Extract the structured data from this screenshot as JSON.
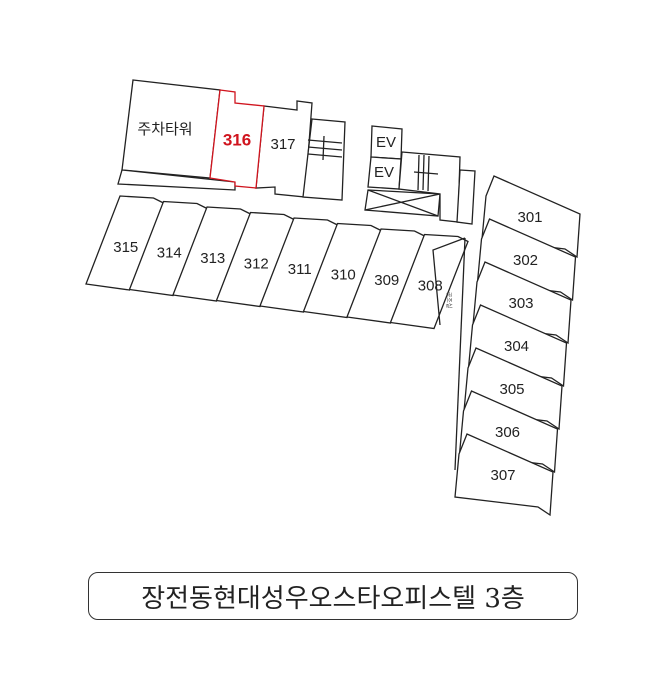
{
  "colors": {
    "highlight": "#d0141e",
    "line": "#222222"
  },
  "top_block": {
    "parking_tower": "주차타워",
    "highlighted_unit": "316",
    "unit_317": "317",
    "elevator_1": "EV",
    "elevator_2": "EV"
  },
  "left_wing_units": [
    "315",
    "314",
    "313",
    "312",
    "311",
    "310",
    "309",
    "308"
  ],
  "right_wing_units": [
    "301",
    "302",
    "303",
    "304",
    "305",
    "306",
    "307"
  ],
  "utility_room": "공조실",
  "title": "장전동현대성우오스타오피스텔 3층"
}
